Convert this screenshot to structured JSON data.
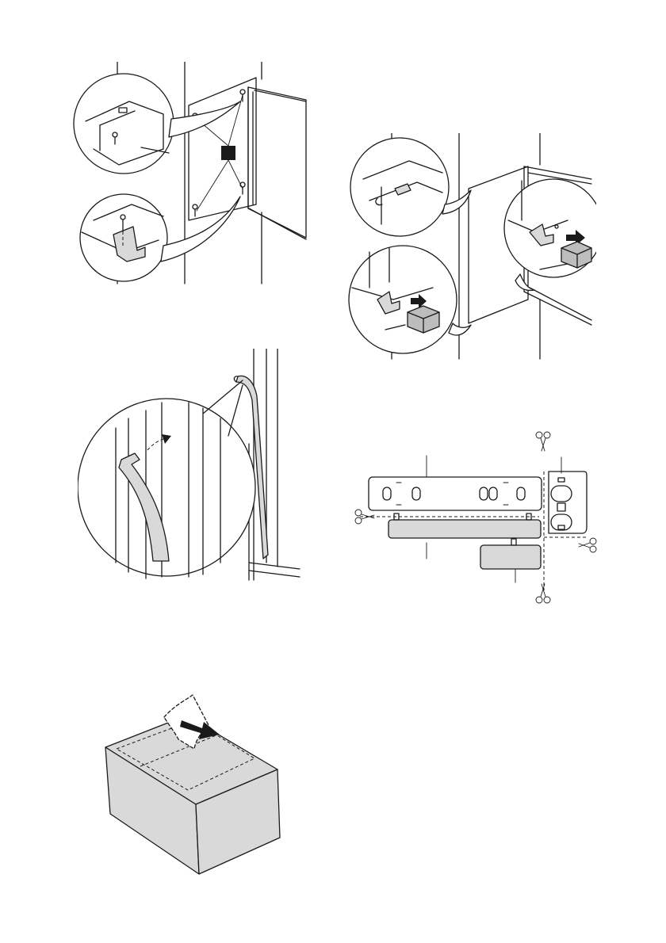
{
  "page": {
    "background": "#ffffff"
  },
  "figures": [
    {
      "id": "fig1",
      "icon": "screw-install-icon"
    },
    {
      "id": "fig2",
      "icon": "bracket-cover-icon"
    },
    {
      "id": "fig3",
      "icon": "door-seal-icon"
    },
    {
      "id": "fig4",
      "icon": "cut-cover-parts-icon"
    },
    {
      "id": "fig5",
      "icon": "remove-tape-box-icon"
    }
  ],
  "colors": {
    "line": "#1a1a1a",
    "part_fill": "#d9d9d9",
    "marker": "#1a1a1a"
  }
}
